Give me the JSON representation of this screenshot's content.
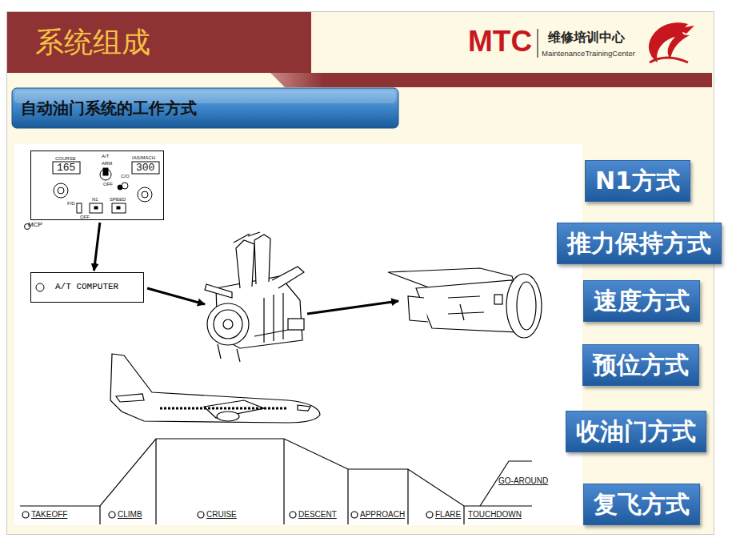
{
  "diagram": {
    "title": "系统组成",
    "nodes": [
      {
        "text": [
          "自动油门系统的工作方式"
        ]
      },
      {
        "text": [
          "MCP"
        ]
      },
      {
        "text": [
          "A/T COMPUTER"
        ]
      },
      {
        "text": [
          "N1方式"
        ]
      },
      {
        "text": [
          "推力保持方式"
        ]
      },
      {
        "text": [
          "速度方式"
        ]
      },
      {
        "text": [
          "预位方式"
        ]
      },
      {
        "text": [
          "收油门方式"
        ]
      },
      {
        "text": [
          "复飞方式"
        ]
      }
    ],
    "edges": [
      {
        "from": 1,
        "to": 2,
        "arrow": "to"
      }
    ],
    "labels": [
      "MTC",
      "维修培训中心",
      "MaintenanceTrainingCenter",
      "COURSE",
      "165",
      "A/T",
      "ARM",
      "OFF",
      "IAS/MACH",
      "300",
      "C/O",
      "F/D",
      "OFF",
      "N1",
      "SPEED",
      "TAKEOFF",
      "CLIMB",
      "CRUISE",
      "DESCENT",
      "APPROACH",
      "FLARE",
      "TOUCHDOWN",
      "GO-AROUND"
    ]
  }
}
